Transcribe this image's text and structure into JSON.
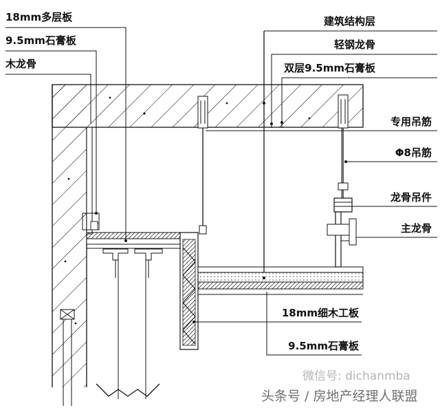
{
  "labels_left": [
    "18mm多层板",
    "9.5mm石膏板",
    "木龙骨"
  ],
  "labels_right": [
    "建筑结构层",
    "轻钢龙骨",
    "双层9.5mm石膏板",
    "专用吊筋",
    "Φ8吊筋",
    "龙骨吊件",
    "主龙骨",
    "18mm细木工板",
    "9.5mm石膏板"
  ],
  "watermark": {
    "wechat": "微信号: dichanmba",
    "toutiao": "头条号 / 房地产经理人联盟"
  }
}
